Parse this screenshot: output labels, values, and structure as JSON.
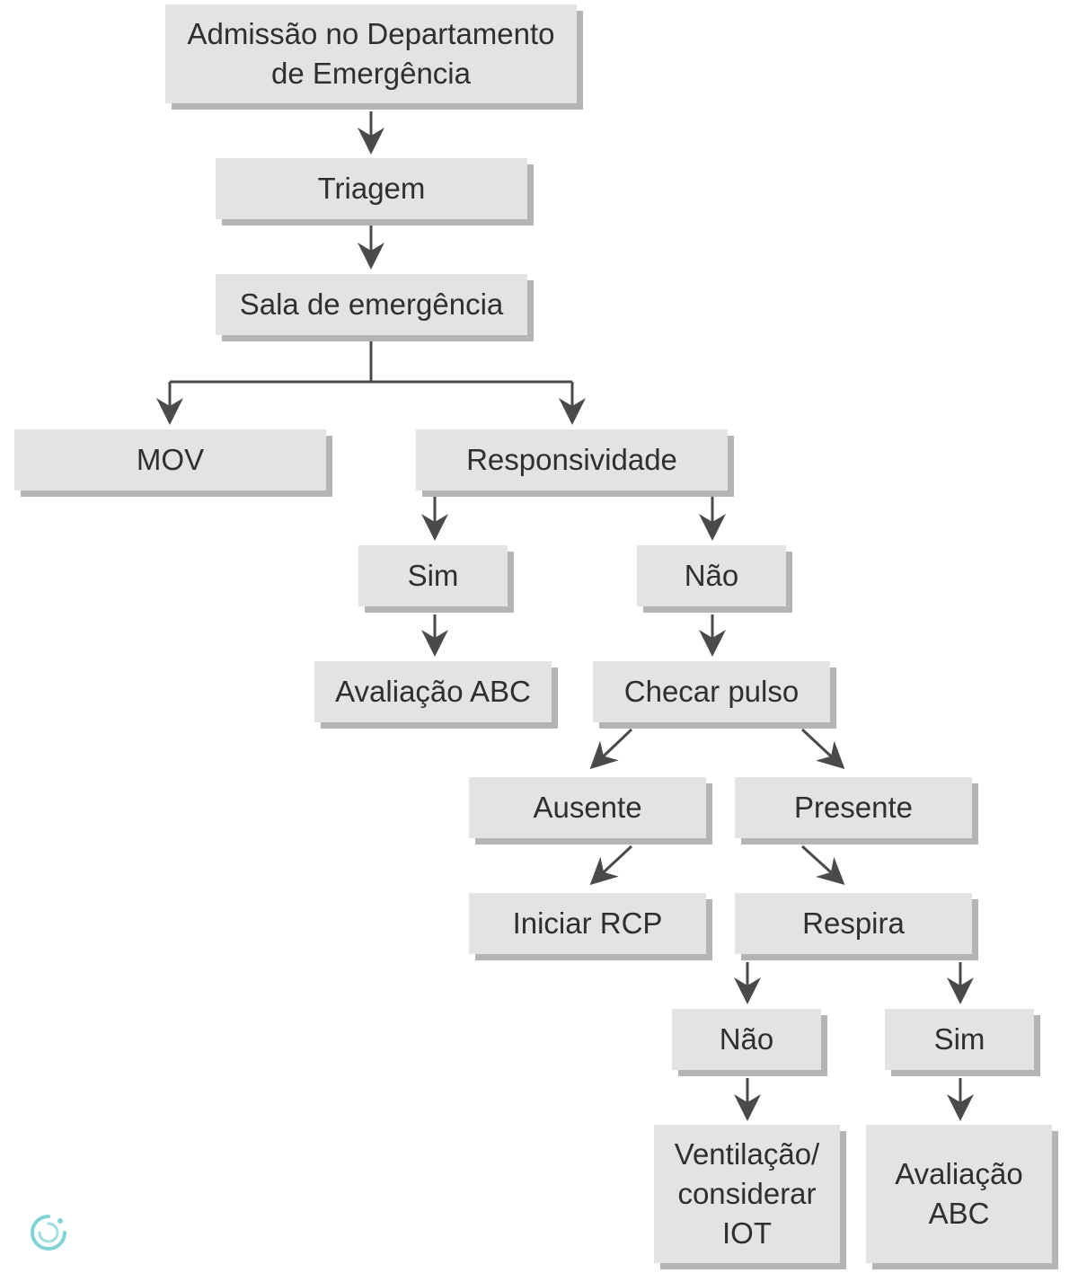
{
  "nodes": {
    "admissao": "Admissão no Departamento\nde Emergência",
    "triagem": "Triagem",
    "sala": "Sala de emergência",
    "mov": "MOV",
    "responsividade": "Responsividade",
    "resp_sim": "Sim",
    "resp_nao": "Não",
    "avaliacao_abc_1": "Avaliação ABC",
    "checar_pulso": "Checar pulso",
    "ausente": "Ausente",
    "presente": "Presente",
    "iniciar_rcp": "Iniciar RCP",
    "respira": "Respira",
    "respira_nao": "Não",
    "respira_sim": "Sim",
    "ventilacao": "Ventilação/\nconsiderar\nIOT",
    "avaliacao_abc_2": "Avaliação\nABC"
  },
  "colors": {
    "box_fill": "#e2e3e4",
    "box_shadow": "#b3b4b6",
    "text": "#2f2f31",
    "arrow": "#4a4a4c",
    "logo_accent": "#7fd3d6"
  },
  "icons": {
    "logo": "spiral-logo-icon"
  }
}
